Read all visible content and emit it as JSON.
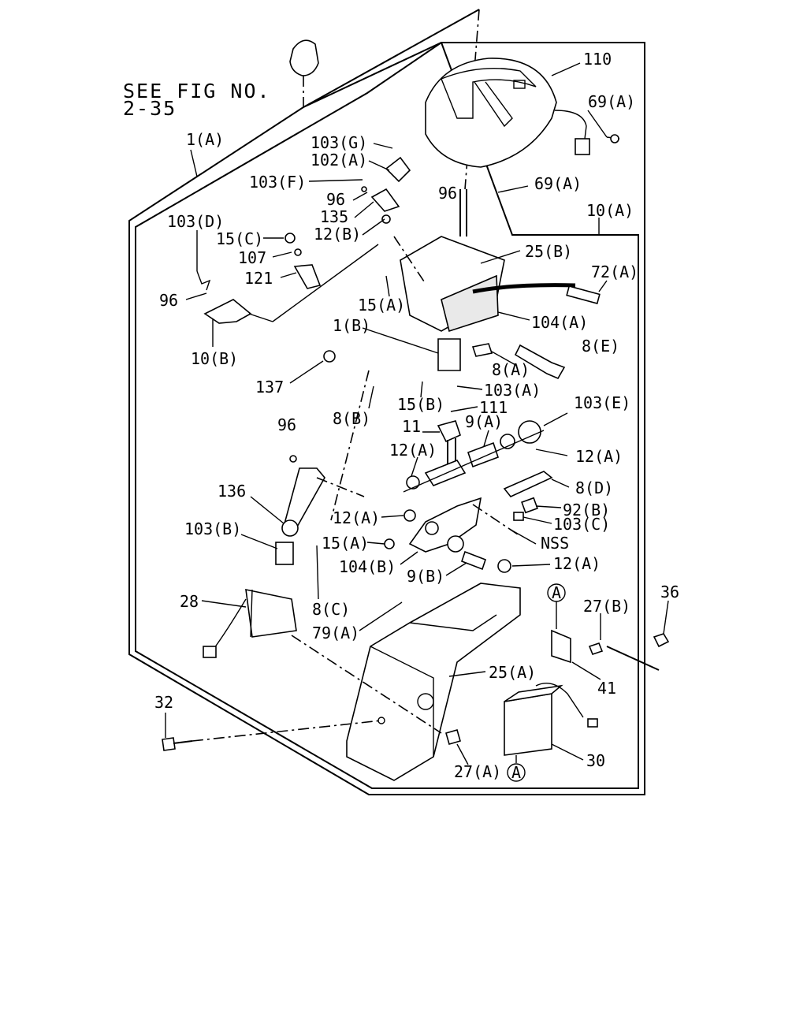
{
  "reference": {
    "line1": "SEE FIG NO.",
    "line2": "2-35"
  },
  "callouts": {
    "c110": "110",
    "c69a_top": "69(A)",
    "c69a_mid": "69(A)",
    "c1a": "1(A)",
    "c103g": "103(G)",
    "c102a": "102(A)",
    "c103f": "103(F)",
    "c96_a": "96",
    "c96_b": "96",
    "c135": "135",
    "c12b": "12(B)",
    "c10a": "10(A)",
    "c103d": "103(D)",
    "c15c": "15(C)",
    "c107": "107",
    "c121": "121",
    "c25b": "25(B)",
    "c72a": "72(A)",
    "c96_c": "96",
    "c15a_top": "15(A)",
    "c104a": "104(A)",
    "c1b": "1(B)",
    "c8e": "8(E)",
    "c10b": "10(B)",
    "c8a": "8(A)",
    "c137": "137",
    "c103a": "103(A)",
    "c8b": "8(B)",
    "c15b": "15(B)",
    "c111": "111",
    "c103e": "103(E)",
    "c96_d": "96",
    "c11": "11",
    "c9a": "9(A)",
    "c12a_1": "12(A)",
    "c12a_2": "12(A)",
    "c8d": "8(D)",
    "c136": "136",
    "c92b": "92(B)",
    "c12a_3": "12(A)",
    "c103c": "103(C)",
    "c103b": "103(B)",
    "c15a_low": "15(A)",
    "cnss": "NSS",
    "c104b": "104(B)",
    "c9b": "9(B)",
    "c12a_4": "12(A)",
    "c28": "28",
    "c36": "36",
    "c27b": "27(B)",
    "c8c": "8(C)",
    "c79a": "79(A)",
    "c25a": "25(A)",
    "c41": "41",
    "c32": "32",
    "c27a": "27(A)",
    "c30": "30",
    "markerA_1": "A",
    "markerA_2": "A"
  }
}
